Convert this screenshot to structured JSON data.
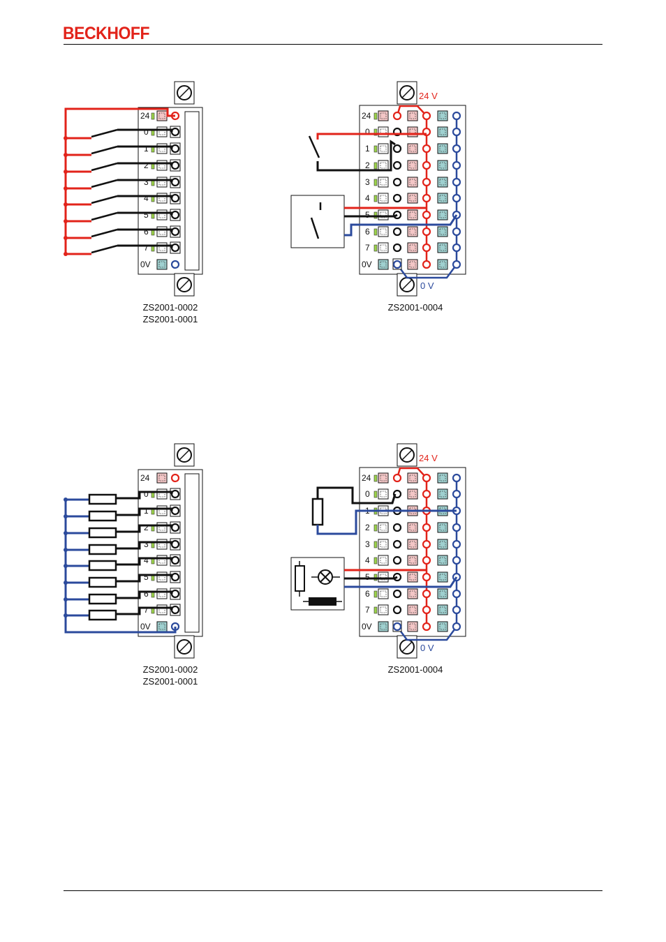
{
  "header": {
    "brand": "BECKHOFF"
  },
  "colors": {
    "red": "#e2231a",
    "blue": "#2b4a9c",
    "black": "#111111",
    "pink": "#f3c6c6",
    "teal": "#9fd0cf",
    "green": "#9cd34a",
    "brand": "#e2231a"
  },
  "terminal_labels": [
    "24",
    "0",
    "1",
    "2",
    "3",
    "4",
    "5",
    "6",
    "7",
    "0V"
  ],
  "diagrams": [
    {
      "caption_lines": [
        "ZS2001-0002",
        "ZS2001-0001"
      ]
    },
    {
      "caption_lines": [
        "ZS2001-0004"
      ],
      "supply_label": "24 V",
      "ground_label": "0 V"
    },
    {
      "caption_lines": [
        "ZS2001-0002",
        "ZS2001-0001"
      ]
    },
    {
      "caption_lines": [
        "ZS2001-0004"
      ],
      "supply_label": "24 V",
      "ground_label": "0 V"
    }
  ]
}
